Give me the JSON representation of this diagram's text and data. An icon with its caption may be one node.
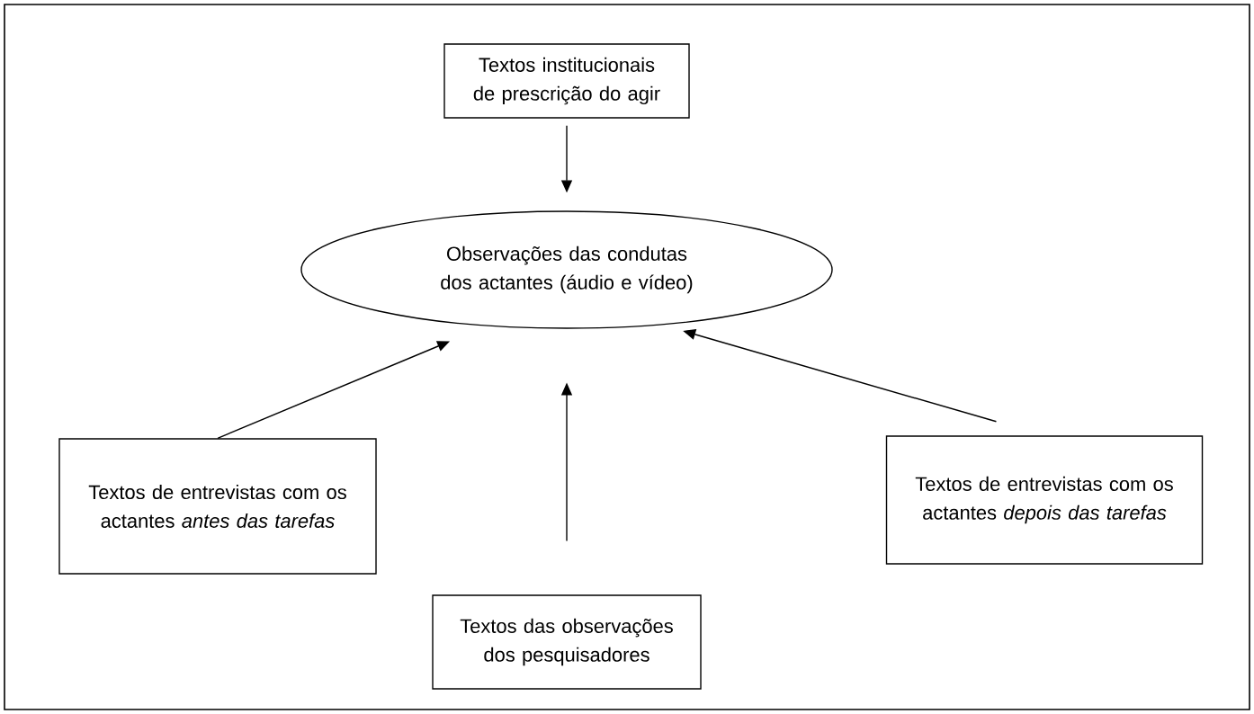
{
  "diagram": {
    "nodes": [
      {
        "text": [
          "Textos institucionais de prescrição do agir"
        ]
      },
      {
        "text": [
          "Observações das condutas dos actantes (áudio e vídeo)"
        ]
      },
      {
        "text": [
          "Textos de entrevistas com os actantes *antes das tarefas*"
        ]
      },
      {
        "text": [
          "Textos das observações dos pesquisadores"
        ]
      },
      {
        "text": [
          "Textos de entrevistas com os actantes *depois das tarefas*"
        ]
      }
    ],
    "edges": [
      {
        "from": 0,
        "to": 1,
        "arrow": "to"
      },
      {
        "from": 2,
        "to": 1,
        "arrow": "to"
      },
      {
        "from": 3,
        "to": 1,
        "arrow": "to"
      },
      {
        "from": 4,
        "to": 1,
        "arrow": "to"
      }
    ]
  }
}
